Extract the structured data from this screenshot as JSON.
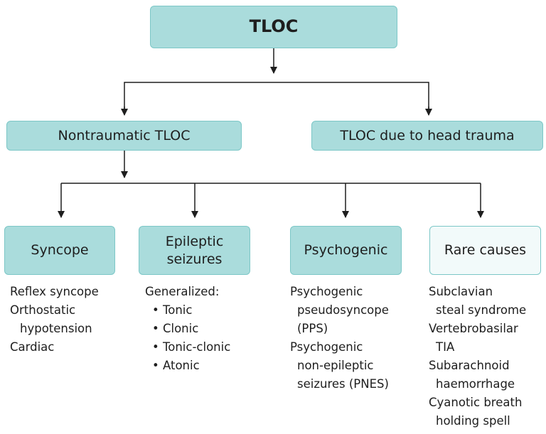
{
  "root": {
    "label": "TLOC"
  },
  "level1": {
    "nontraumatic": "Nontraumatic TLOC",
    "head_trauma": "TLOC due to head trauma"
  },
  "categories": [
    {
      "label": "Syncope",
      "items": [
        "Reflex syncope",
        "Orthostatic",
        "hypotension",
        "Cardiac"
      ]
    },
    {
      "label_lines": [
        "Epileptic",
        "seizures"
      ],
      "items": [
        "Generalized:",
        "• Tonic",
        "• Clonic",
        "• Tonic-clonic",
        "• Atonic"
      ]
    },
    {
      "label": "Psychogenic",
      "items": [
        "Psychogenic",
        "pseudosyncope",
        "(PPS)",
        "Psychogenic",
        "non-epileptic",
        "seizures (PNES)"
      ]
    },
    {
      "label": "Rare causes",
      "items": [
        "Subclavian",
        "steal syndrome",
        "Vertebrobasilar",
        "TIA",
        "Subarachnoid",
        "haemorrhage",
        "Cyanotic breath",
        "holding spell"
      ]
    }
  ]
}
